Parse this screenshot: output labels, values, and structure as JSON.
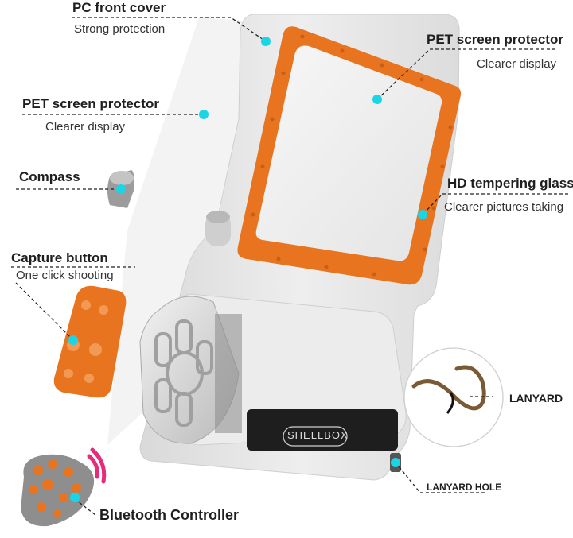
{
  "callouts": {
    "pc_front_cover": {
      "title": "PC front cover",
      "subtitle": "Strong protection"
    },
    "pet_screen_right": {
      "title": "PET screen protector",
      "subtitle": "Clearer display"
    },
    "pet_screen_left": {
      "title": "PET screen protector",
      "subtitle": "Clearer display"
    },
    "compass": {
      "title": "Compass"
    },
    "hd_glass": {
      "title": "HD tempering glass",
      "subtitle": "Clearer pictures taking"
    },
    "capture_button": {
      "title": "Capture button",
      "subtitle": "One click shooting"
    },
    "lanyard": {
      "title": "LANYARD"
    },
    "lanyard_hole": {
      "title": "LANYARD HOLE"
    },
    "bluetooth": {
      "title": "Bluetooth Controller"
    }
  },
  "product": {
    "brand_text": "SHELLBOX"
  },
  "colors": {
    "accent_orange": "#e8741f",
    "marker_cyan": "#19d5e6",
    "case_white": "#e9e9e9"
  }
}
